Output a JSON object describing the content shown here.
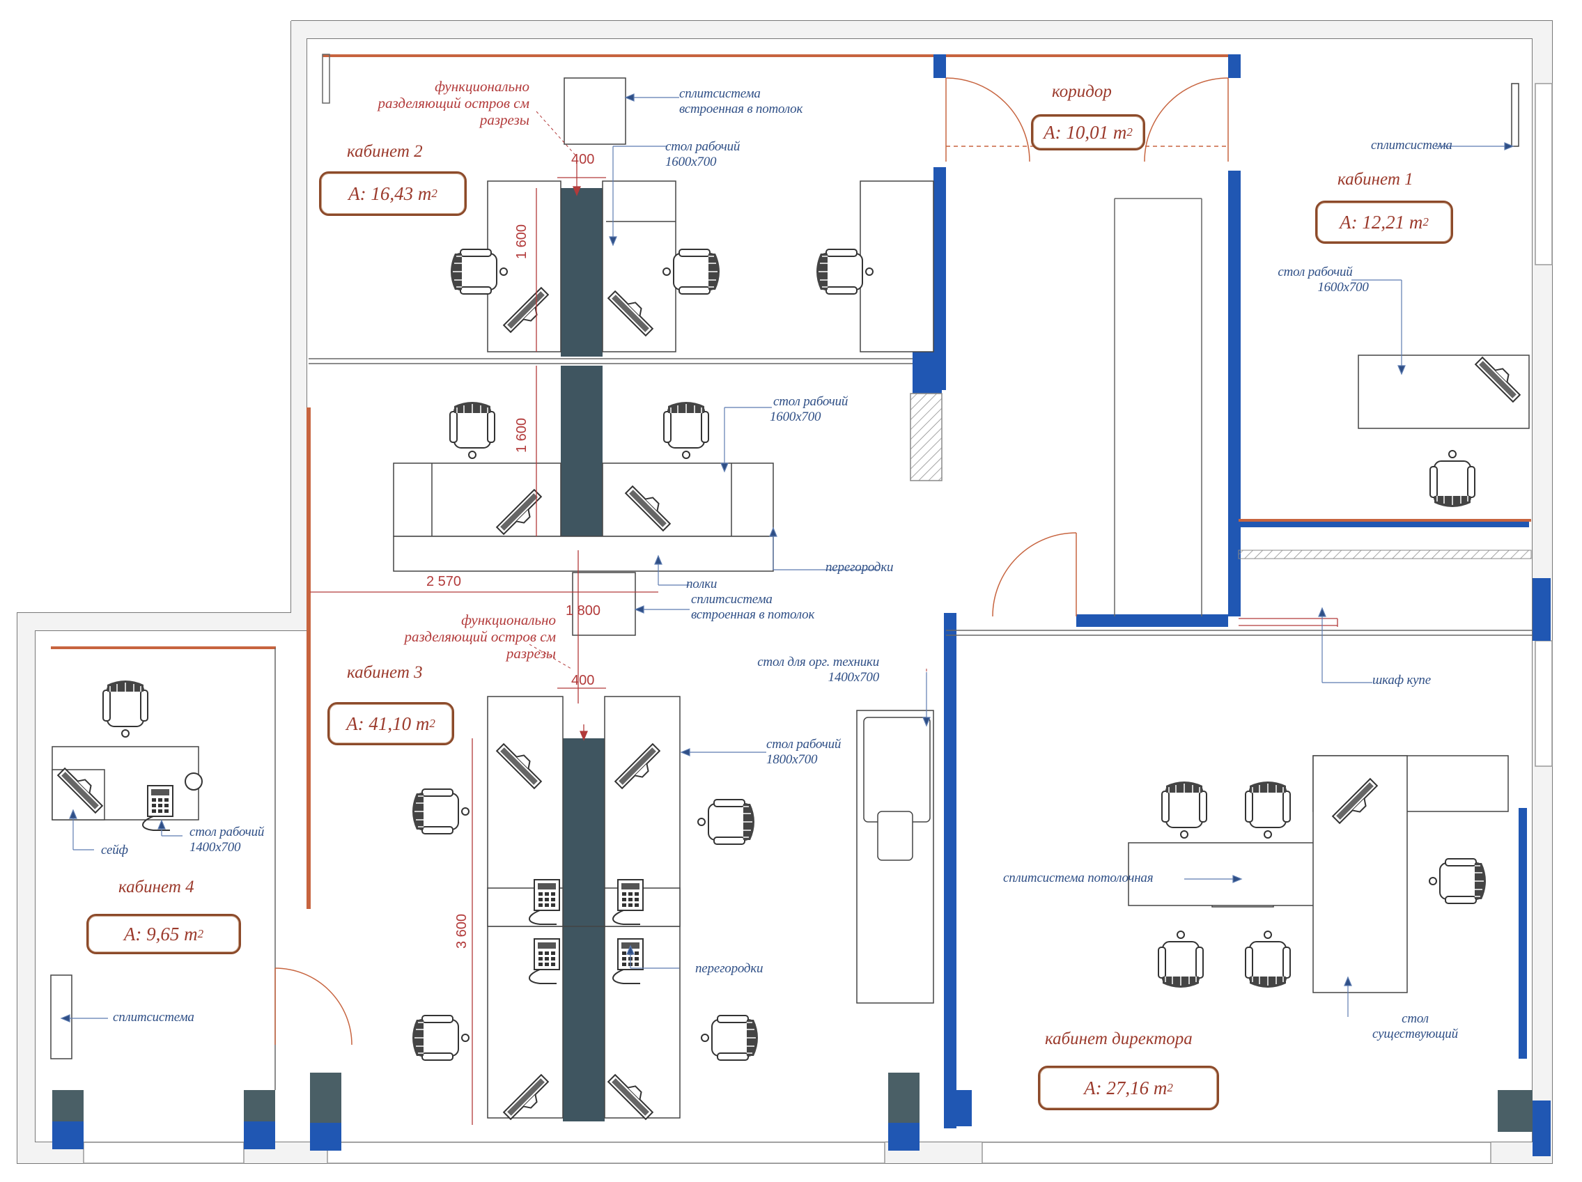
{
  "rooms": {
    "corridor": {
      "name": "коридор",
      "area": "A: 10,01 m",
      "area_sup": "2"
    },
    "cabinet1": {
      "name": "кабинет 1",
      "area": "A: 12,21 m",
      "area_sup": "2"
    },
    "cabinet2": {
      "name": "кабинет 2",
      "area": "A: 16,43 m",
      "area_sup": "2"
    },
    "cabinet3": {
      "name": "кабинет 3",
      "area": "A: 41,10 m",
      "area_sup": "2"
    },
    "cabinet4": {
      "name": "кабинет 4",
      "area": "A: 9,65 m",
      "area_sup": "2"
    },
    "director": {
      "name": "кабинет директора",
      "area": "A: 27,16 m",
      "area_sup": "2"
    }
  },
  "notes": {
    "island_top_1": "функционально",
    "island_top_2": "разделяющий остров см",
    "island_top_3": "разрезы",
    "split_ceiling_top_1": "сплитсистема",
    "split_ceiling_top_2": "встроенная в потолок",
    "desk_c2_1": "стол рабочий",
    "desk_c2_2": "1600х700",
    "split_c1": "сплитсистема",
    "desk_c1_1": "стол рабочий",
    "desk_c1_2": "1600х700",
    "desk_c3a_1": "стол рабочий",
    "desk_c3a_2": "1600х700",
    "partitions_1": "перегородки",
    "shelves": "полки",
    "split_ceiling_mid_1": "сплитсистема",
    "split_ceiling_mid_2": "встроенная в потолок",
    "island_mid_1": "функционально",
    "island_mid_2": "разделяющий остров см",
    "island_mid_3": "разрезы",
    "office_tech_1": "стол для орг. техники",
    "office_tech_2": "1400х700",
    "wardrobe": "шкаф купе",
    "desk_c3b_1": "стол рабочий",
    "desk_c3b_2": "1800х700",
    "split_ceiling_director": "сплитсистема потолочная",
    "partitions_2": "перегородки",
    "existing_desk_1": "стол",
    "existing_desk_2": "существующий",
    "safe": "сейф",
    "desk_c4_1": "стол рабочий",
    "desk_c4_2": "1400х700",
    "split_c4": "сплитсистема"
  },
  "dimensions": {
    "d400_top": "400",
    "d1600_a": "1 600",
    "d1600_b": "1 600",
    "d2570": "2 570",
    "d1800": "1 800",
    "d400_mid": "400",
    "d3600": "3 600"
  },
  "colors": {
    "wall_blue": "#2057b3",
    "partition_red": "#c7643f",
    "island_gray": "#3f5560",
    "note_blue": "#2f4f86"
  }
}
